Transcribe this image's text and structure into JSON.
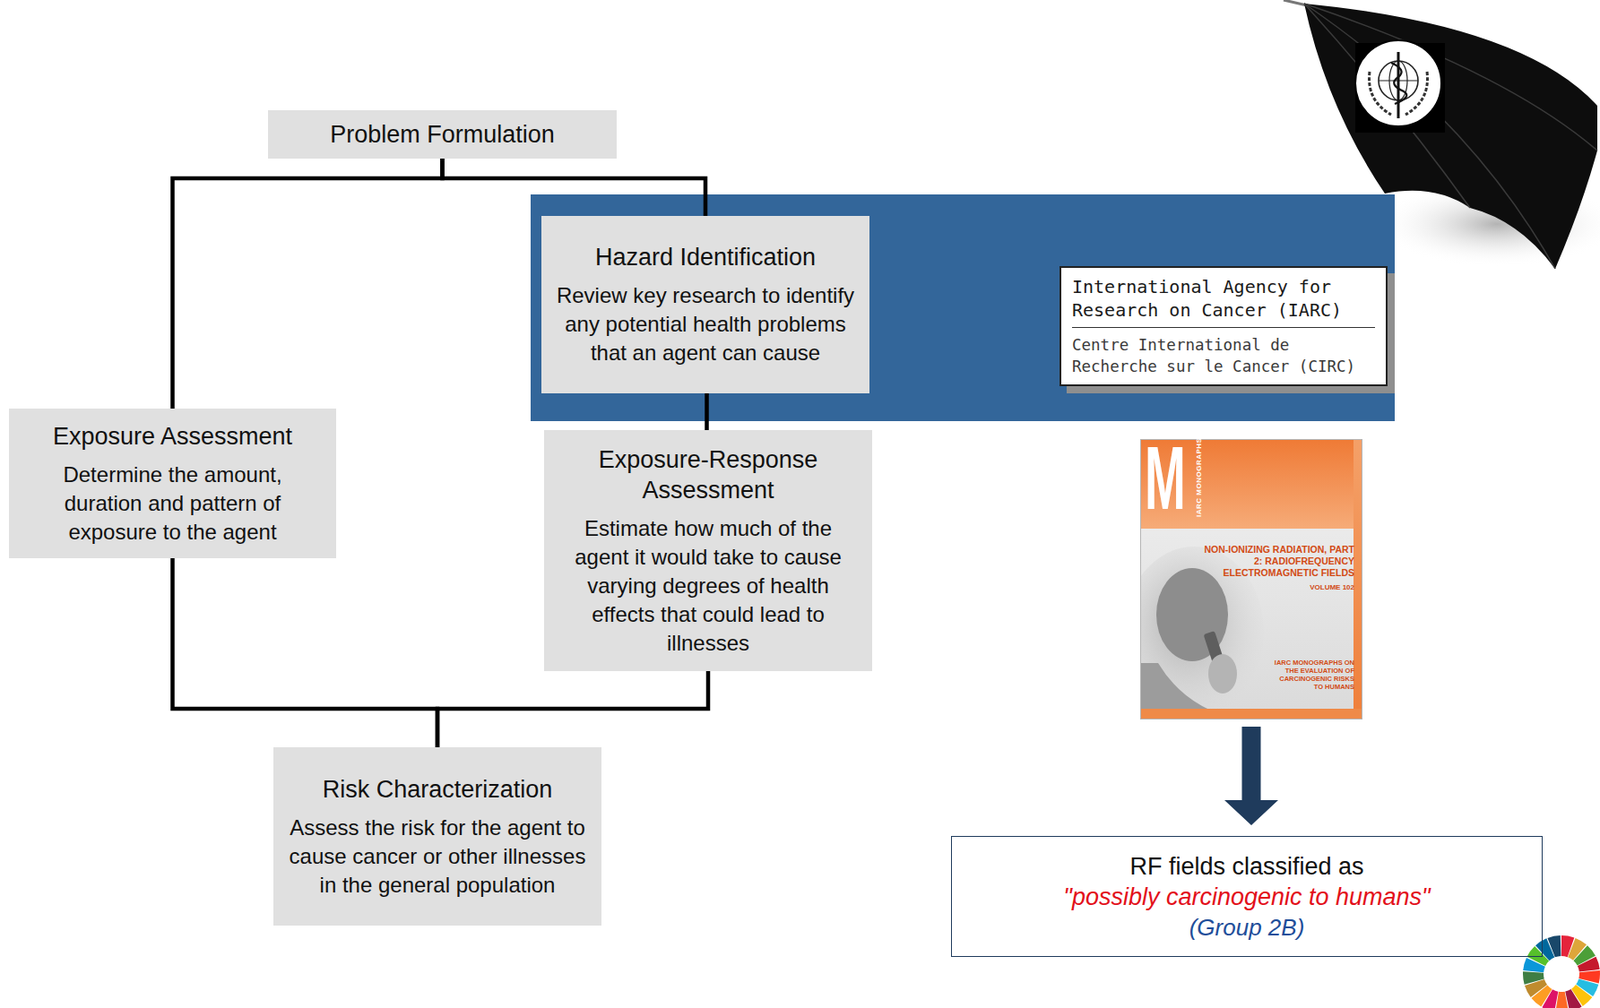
{
  "diagram": {
    "nodes": [
      {
        "text": [
          "Problem Formulation"
        ]
      },
      {
        "text": [
          "Hazard Identification",
          "Review key research to identify any potential health problems that an agent can cause"
        ]
      },
      {
        "text": [
          "International Agency for Research on Cancer (IARC)",
          "Centre International de Recherche sur le Cancer (CIRC)"
        ]
      },
      {
        "text": [
          "Exposure Assessment",
          "Determine the amount, duration and pattern of exposure to the agent"
        ]
      },
      {
        "text": [
          "Exposure-Response Assessment",
          "Estimate how much of the agent it would take to cause varying degrees of health effects that could lead to illnesses"
        ]
      },
      {
        "text": [
          "M",
          "IARC MONOGRAPHS",
          "NON-IONIZING RADIATION, PART 2: RADIOFREQUENCY ELECTROMAGNETIC FIELDS",
          "VOLUME 102",
          "IARC MONOGRAPHS ON THE EVALUATION OF CARCINOGENIC RISKS TO HUMANS"
        ]
      },
      {
        "text": [
          "Risk Characterization",
          "Assess the risk for the agent to cause cancer or other illnesses in the general population"
        ]
      },
      {
        "text": [
          "RF fields classified as",
          "\"possibly carcinogenic to humans\"",
          "(Group 2B)"
        ]
      }
    ],
    "edges": [
      {
        "from": 0,
        "to": 3,
        "arrow": "none"
      },
      {
        "from": 0,
        "to": 1,
        "arrow": "none"
      },
      {
        "from": 1,
        "to": 4,
        "arrow": "none"
      },
      {
        "from": 3,
        "to": 6,
        "arrow": "none"
      },
      {
        "from": 4,
        "to": 6,
        "arrow": "none"
      },
      {
        "from": 5,
        "to": 7,
        "arrow": "to"
      }
    ]
  }
}
